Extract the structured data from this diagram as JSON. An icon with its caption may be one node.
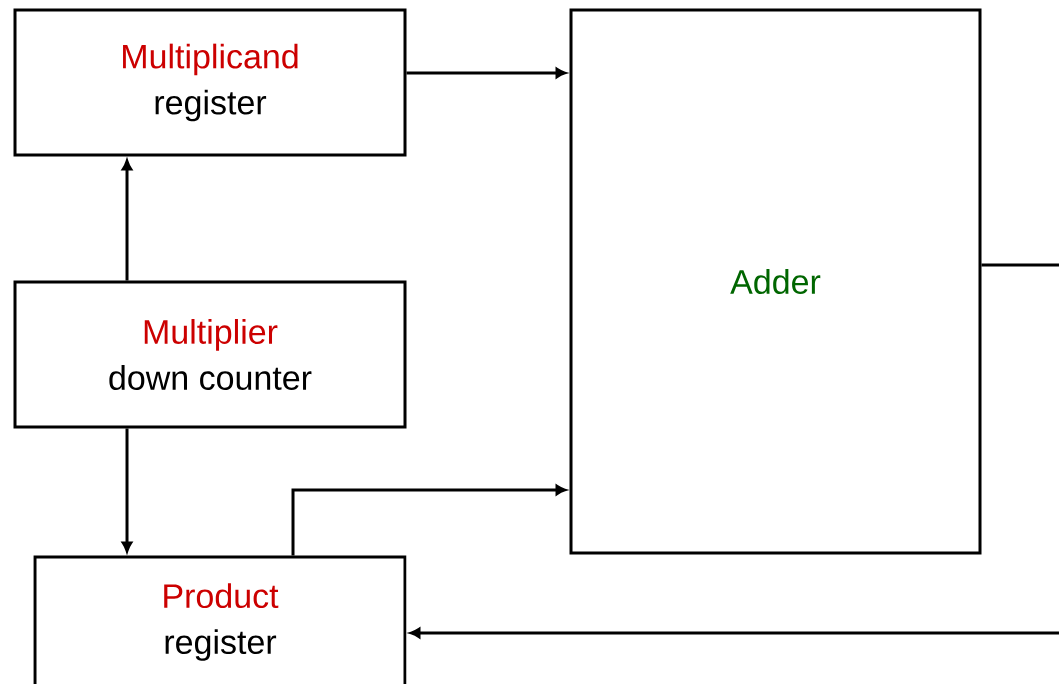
{
  "diagram": {
    "nodes": [
      {
        "text": [
          "Multiplicand",
          "register"
        ]
      },
      {
        "text": [
          "Multiplier",
          "down counter"
        ]
      },
      {
        "text": [
          "Product",
          "register"
        ]
      },
      {
        "text": [
          "Adder"
        ]
      }
    ],
    "edges": [
      {
        "from": 0,
        "to": 3,
        "arrow": "to"
      },
      {
        "from": 1,
        "to": 0,
        "arrow": "to"
      },
      {
        "from": 1,
        "to": 2,
        "arrow": "to"
      },
      {
        "from": 2,
        "to": 3,
        "arrow": "to"
      },
      {
        "from": 3,
        "to": 2,
        "arrow": "to"
      }
    ]
  }
}
